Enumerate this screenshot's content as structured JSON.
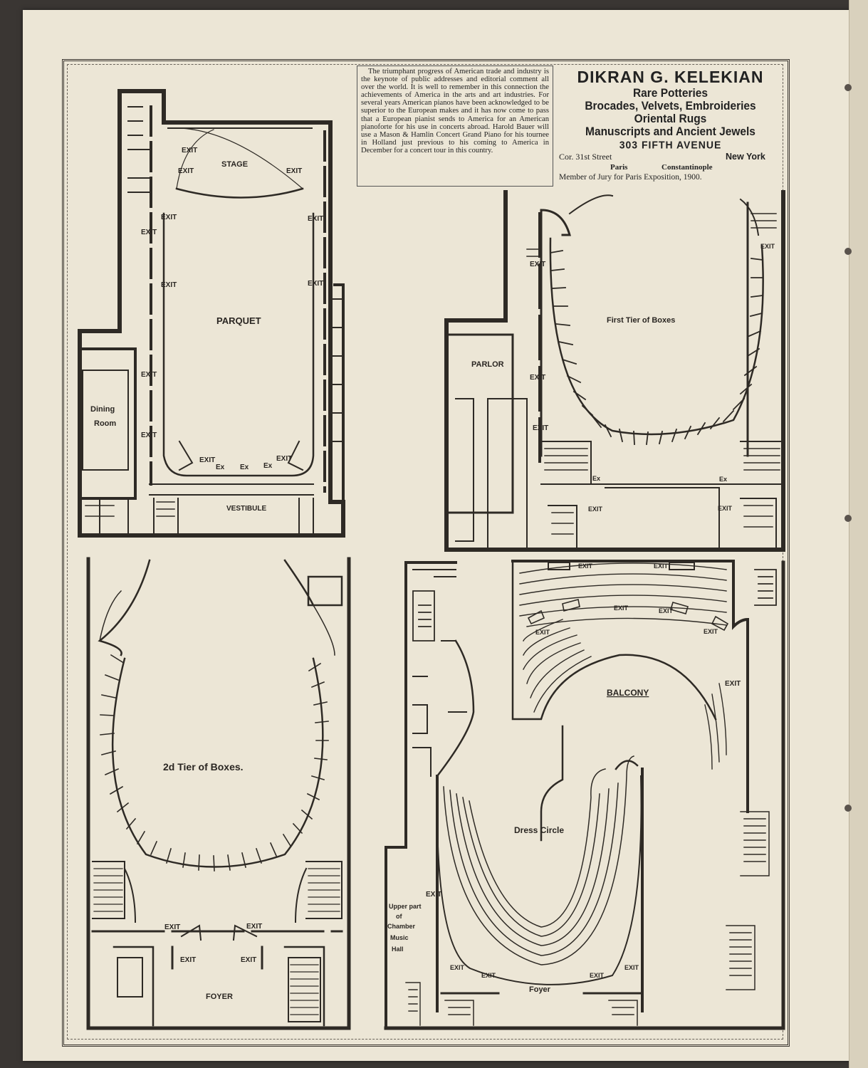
{
  "advertisement_text": "The triumphant progress of American trade and industry is the keynote of public addresses and editorial comment all over the world. It is well to remember in this connection the achievements of America in the arts and art industries. For several years American pianos have been acknowledged to be superior to the European makes and it has now come to pass that a European pianist sends to America for an American pianoforte for his use in concerts abroad. Harold Bauer will use a Mason & Hamlin Concert Grand Piano for his tournee in Holland just previous to his coming to America in December for a concert tour in this country.",
  "kelekian": {
    "name": "DIKRAN G. KELEKIAN",
    "line1": "Rare Potteries",
    "line2": "Brocades, Velvets, Embroideries",
    "line3": "Oriental Rugs",
    "line4": "Manuscripts and Ancient Jewels",
    "address": "303 FIFTH AVENUE",
    "street": "Cor. 31st Street",
    "city": "New York",
    "paris": "Paris",
    "constantinople": "Constantinople",
    "jury": "Member of Jury for Paris Exposition, 1900."
  },
  "plan_parquet": {
    "stage": "STAGE",
    "parquet": "PARQUET",
    "vestibule": "VESTIBULE",
    "dining": "Dining",
    "room": "Room",
    "exit": "EXIT",
    "ex": "Ex"
  },
  "plan_first_tier": {
    "title": "First Tier of Boxes",
    "parlor": "PARLOR",
    "exit": "EXIT",
    "ex": "Ex"
  },
  "plan_second_tier": {
    "title": "2d Tier of Boxes.",
    "foyer": "FOYER",
    "exit": "EXIT"
  },
  "plan_balcony": {
    "balcony": "BALCONY",
    "dress_circle": "Dress Circle",
    "foyer": "Foyer",
    "exit": "EXIT",
    "upper1": "Upper part",
    "upper2": "of",
    "upper3": "Chamber",
    "upper4": "Music",
    "upper5": "Hall"
  }
}
